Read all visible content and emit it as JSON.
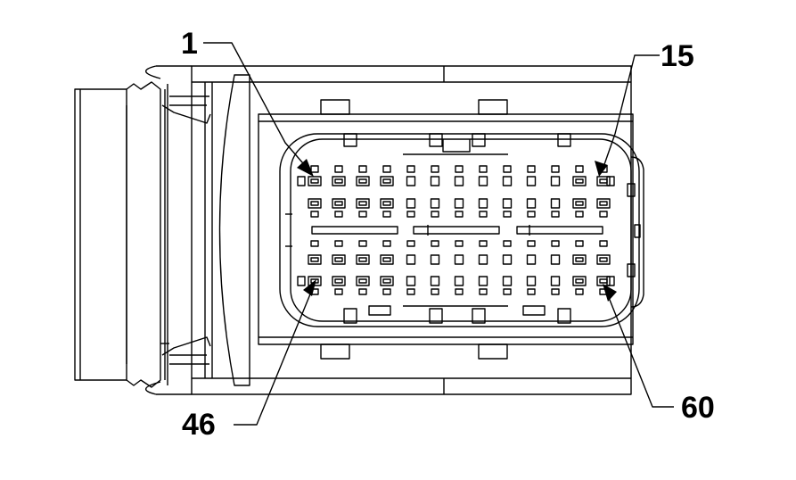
{
  "pin_labels": {
    "top_left": "1",
    "top_right": "15",
    "bottom_left": "46",
    "bottom_right": "60"
  },
  "colors": {
    "line": "#000000",
    "background": "#ffffff"
  }
}
